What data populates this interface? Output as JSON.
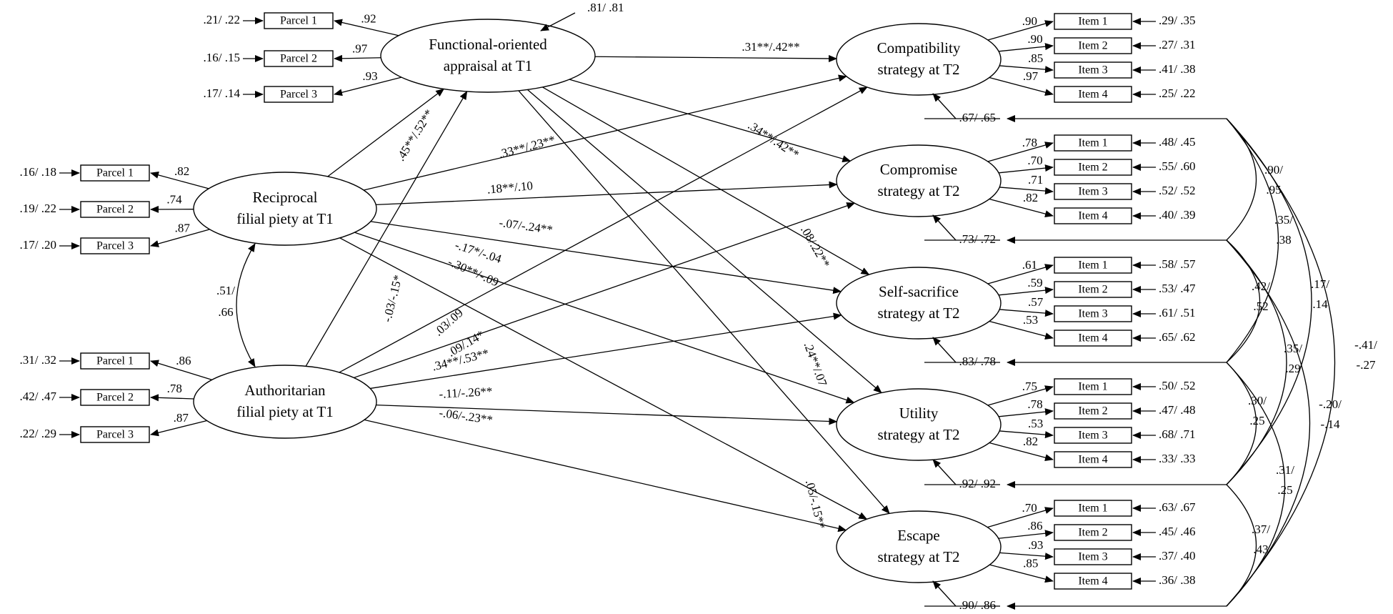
{
  "latents": [
    {
      "id": "FOA",
      "lines": [
        "Functional-oriented",
        "appraisal at T1"
      ],
      "residual": ".81/ .81"
    },
    {
      "id": "RFP",
      "lines": [
        "Reciprocal",
        "filial piety at T1"
      ]
    },
    {
      "id": "AFP",
      "lines": [
        "Authoritarian",
        "filial piety at T1"
      ]
    },
    {
      "id": "COMP",
      "lines": [
        "Compatibility",
        "strategy at T2"
      ],
      "residual": ".67/ .65"
    },
    {
      "id": "COMPR",
      "lines": [
        "Compromise",
        "strategy at T2"
      ],
      "residual": ".73/ .72"
    },
    {
      "id": "SELF",
      "lines": [
        "Self-sacrifice",
        "strategy at T2"
      ],
      "residual": ".83/ .78"
    },
    {
      "id": "UTIL",
      "lines": [
        "Utility",
        "strategy at T2"
      ],
      "residual": ".92/ .92"
    },
    {
      "id": "ESC",
      "lines": [
        "Escape",
        "strategy at T2"
      ],
      "residual": ".90/ .86"
    }
  ],
  "indicators": {
    "FOA": [
      {
        "label": "Parcel 1",
        "loading": ".92",
        "error": ".21/ .22"
      },
      {
        "label": "Parcel 2",
        "loading": ".97",
        "error": ".16/ .15"
      },
      {
        "label": "Parcel 3",
        "loading": ".93",
        "error": ".17/ .14"
      }
    ],
    "RFP": [
      {
        "label": "Parcel 1",
        "loading": ".82",
        "error": ".16/ .18"
      },
      {
        "label": "Parcel 2",
        "loading": ".74",
        "error": ".19/ .22"
      },
      {
        "label": "Parcel 3",
        "loading": ".87",
        "error": ".17/ .20"
      }
    ],
    "AFP": [
      {
        "label": "Parcel 1",
        "loading": ".86",
        "error": ".31/ .32"
      },
      {
        "label": "Parcel 2",
        "loading": ".78",
        "error": ".42/ .47"
      },
      {
        "label": "Parcel 3",
        "loading": ".87",
        "error": ".22/ .29"
      }
    ],
    "COMP": [
      {
        "label": "Item 1",
        "loading": ".90",
        "error": ".29/ .35"
      },
      {
        "label": "Item 2",
        "loading": ".90",
        "error": ".27/ .31"
      },
      {
        "label": "Item 3",
        "loading": ".85",
        "error": ".41/ .38"
      },
      {
        "label": "Item 4",
        "loading": ".97",
        "error": ".25/ .22"
      }
    ],
    "COMPR": [
      {
        "label": "Item 1",
        "loading": ".78",
        "error": ".48/ .45"
      },
      {
        "label": "Item 2",
        "loading": ".70",
        "error": ".55/ .60"
      },
      {
        "label": "Item 3",
        "loading": ".71",
        "error": ".52/ .52"
      },
      {
        "label": "Item 4",
        "loading": ".82",
        "error": ".40/ .39"
      }
    ],
    "SELF": [
      {
        "label": "Item 1",
        "loading": ".61",
        "error": ".58/ .57"
      },
      {
        "label": "Item 2",
        "loading": ".59",
        "error": ".53/ .47"
      },
      {
        "label": "Item 3",
        "loading": ".57",
        "error": ".61/ .51"
      },
      {
        "label": "Item 4",
        "loading": ".53",
        "error": ".65/ .62"
      }
    ],
    "UTIL": [
      {
        "label": "Item 1",
        "loading": ".75",
        "error": ".50/ .52"
      },
      {
        "label": "Item 2",
        "loading": ".78",
        "error": ".47/ .48"
      },
      {
        "label": "Item 3",
        "loading": ".53",
        "error": ".68/ .71"
      },
      {
        "label": "Item 4",
        "loading": ".82",
        "error": ".33/ .33"
      }
    ],
    "ESC": [
      {
        "label": "Item 1",
        "loading": ".70",
        "error": ".63/ .67"
      },
      {
        "label": "Item 2",
        "loading": ".86",
        "error": ".45/ .46"
      },
      {
        "label": "Item 3",
        "loading": ".93",
        "error": ".37/ .40"
      },
      {
        "label": "Item 4",
        "loading": ".85",
        "error": ".36/ .38"
      }
    ]
  },
  "paths": [
    {
      "from": "FOA",
      "to": "COMP",
      "label": ".31**/.42**"
    },
    {
      "from": "FOA",
      "to": "COMPR",
      "label": ".34**/.42**"
    },
    {
      "from": "FOA",
      "to": "SELF",
      "label": ".08/.22**"
    },
    {
      "from": "FOA",
      "to": "UTIL",
      "label": ".24**/.07"
    },
    {
      "from": "FOA",
      "to": "ESC",
      "label": ".05/-.15**"
    },
    {
      "from": "RFP",
      "to": "FOA",
      "label": ".45**/.52**"
    },
    {
      "from": "RFP",
      "to": "COMP",
      "label": ".33**/.23**"
    },
    {
      "from": "RFP",
      "to": "COMPR",
      "label": ".18**/.10"
    },
    {
      "from": "RFP",
      "to": "SELF",
      "label": "-.07/-.24**"
    },
    {
      "from": "RFP",
      "to": "UTIL",
      "label": "-.17*/-.04"
    },
    {
      "from": "RFP",
      "to": "ESC",
      "label": "-.30**/-.09"
    },
    {
      "from": "AFP",
      "to": "FOA",
      "label": "-.03/-.15*"
    },
    {
      "from": "AFP",
      "to": "COMP",
      "label": ".03/.09"
    },
    {
      "from": "AFP",
      "to": "COMPR",
      "label": ".09/.14*"
    },
    {
      "from": "AFP",
      "to": "SELF",
      "label": ".34**/.53**"
    },
    {
      "from": "AFP",
      "to": "UTIL",
      "label": "-.11/-.26**"
    },
    {
      "from": "AFP",
      "to": "ESC",
      "label": "-.06/-.23**"
    }
  ],
  "covariances": [
    {
      "between": [
        "RFP",
        "AFP"
      ],
      "label": [
        ".51/",
        ".66"
      ]
    },
    {
      "between": [
        "COMP",
        "COMPR"
      ],
      "label": [
        ".90/",
        ".95"
      ]
    },
    {
      "between": [
        "COMP",
        "SELF"
      ],
      "label": [
        ".35/",
        ".38"
      ]
    },
    {
      "between": [
        "COMP",
        "UTIL"
      ],
      "label": [
        ".17/",
        ".14"
      ]
    },
    {
      "between": [
        "COMP",
        "ESC"
      ],
      "label": [
        "-.41/",
        "-.27"
      ]
    },
    {
      "between": [
        "COMPR",
        "SELF"
      ],
      "label": [
        ".42/",
        ".52"
      ]
    },
    {
      "between": [
        "COMPR",
        "UTIL"
      ],
      "label": [
        ".35/",
        ".29"
      ]
    },
    {
      "between": [
        "COMPR",
        "ESC"
      ],
      "label": [
        "-.20/",
        "-.14"
      ]
    },
    {
      "between": [
        "SELF",
        "UTIL"
      ],
      "label": [
        ".30/",
        ".25"
      ]
    },
    {
      "between": [
        "SELF",
        "ESC"
      ],
      "label": [
        ".31/",
        ".25"
      ]
    },
    {
      "between": [
        "UTIL",
        "ESC"
      ],
      "label": [
        ".37/",
        ".43"
      ]
    }
  ]
}
